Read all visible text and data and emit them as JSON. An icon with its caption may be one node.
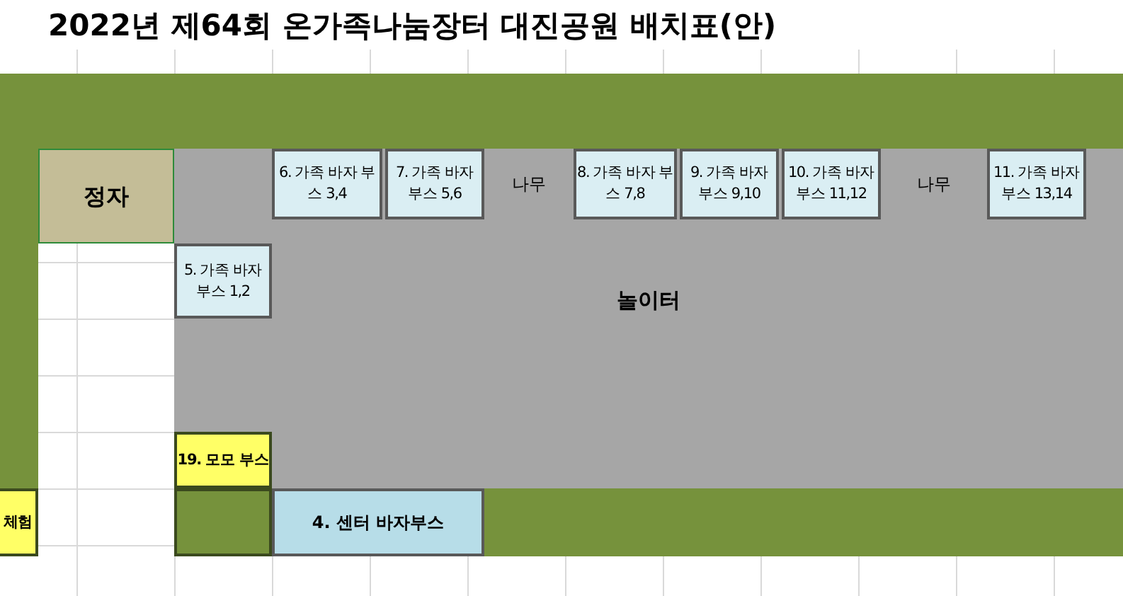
{
  "diagram": {
    "title": "2022년 제64회 온가족나눔장터 대진공원 배치표(안)",
    "nodes": [
      {
        "text": [
          "정자"
        ]
      },
      {
        "text": [
          "놀이터"
        ]
      },
      {
        "text": [
          "6. 가족 바자 부스 3,4"
        ],
        "in": 1
      },
      {
        "text": [
          "7. 가족 바자 부스 5,6"
        ],
        "in": 1
      },
      {
        "text": [
          "8. 가족 바자 부스 7,8"
        ],
        "in": 1
      },
      {
        "text": [
          "9. 가족 바자 부스 9,10"
        ],
        "in": 1
      },
      {
        "text": [
          "10. 가족 바자 부스 11,12"
        ],
        "in": 1
      },
      {
        "text": [
          "11. 가족 바자 부스 13,14"
        ],
        "in": 1
      },
      {
        "text": [
          "5. 가족 바자 부스 1,2"
        ],
        "in": 1
      },
      {
        "text": [
          "19. 모모 부스"
        ],
        "in": 1
      },
      {
        "text": [
          "체험"
        ]
      },
      {
        "text": [
          "4. 센터 바자부스"
        ]
      },
      {
        "text": [],
        "shape": "bar"
      },
      {
        "text": [],
        "shape": "bar"
      },
      {
        "text": [],
        "shape": "box"
      },
      {
        "text": [],
        "shape": "bar"
      }
    ],
    "edges": [],
    "labels": [
      "나무",
      "나무"
    ]
  }
}
